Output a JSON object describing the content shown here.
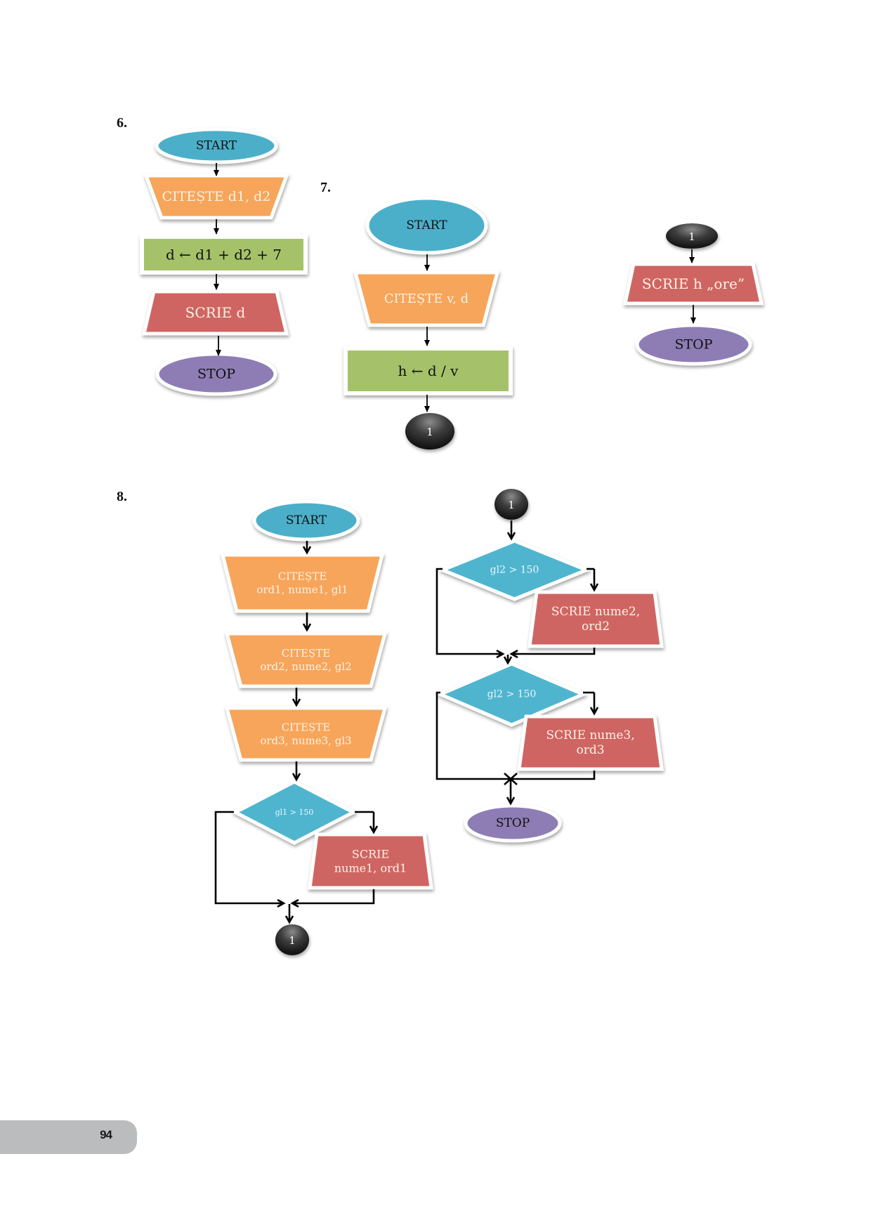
{
  "colors": {
    "start": "#4bafc9",
    "io_read": "#f6a55a",
    "process": "#a5c26b",
    "io_write": "#cf6562",
    "stop": "#8e7db5",
    "decision": "#4fb5cf",
    "connector": "#3a3a3a"
  },
  "exercises": [
    {
      "number": "6."
    },
    {
      "number": "7."
    },
    {
      "number": "8."
    }
  ],
  "ex6": {
    "start": "START",
    "read": "CITEȘTE d1, d2",
    "process": "d ← d1 + d2 + 7",
    "write": "SCRIE d",
    "stop": "STOP"
  },
  "ex7": {
    "start": "START",
    "read": "CITEȘTE v, d",
    "process": "h ← d / v",
    "connector_out": "1",
    "connector_in": "1",
    "write": "SCRIE h „ore”",
    "stop": "STOP"
  },
  "ex8": {
    "start": "START",
    "read1": [
      "CITEȘTE",
      "ord1, nume1, gl1"
    ],
    "read2": [
      "CITEȘTE",
      "ord2, nume2, gl2"
    ],
    "read3": [
      "CITEȘTE",
      "ord3, nume3, gl3"
    ],
    "decision1": "gl1 > 150",
    "write1": [
      "SCRIE",
      "nume1, ord1"
    ],
    "connector_out": "1",
    "connector_in": "1",
    "decision2": "gl2 > 150",
    "write2": [
      "SCRIE nume2,",
      "ord2"
    ],
    "decision3": "gl2 > 150",
    "write3": [
      "SCRIE nume3,",
      "ord3"
    ],
    "stop": "STOP"
  },
  "footer": {
    "page_number": "94"
  }
}
